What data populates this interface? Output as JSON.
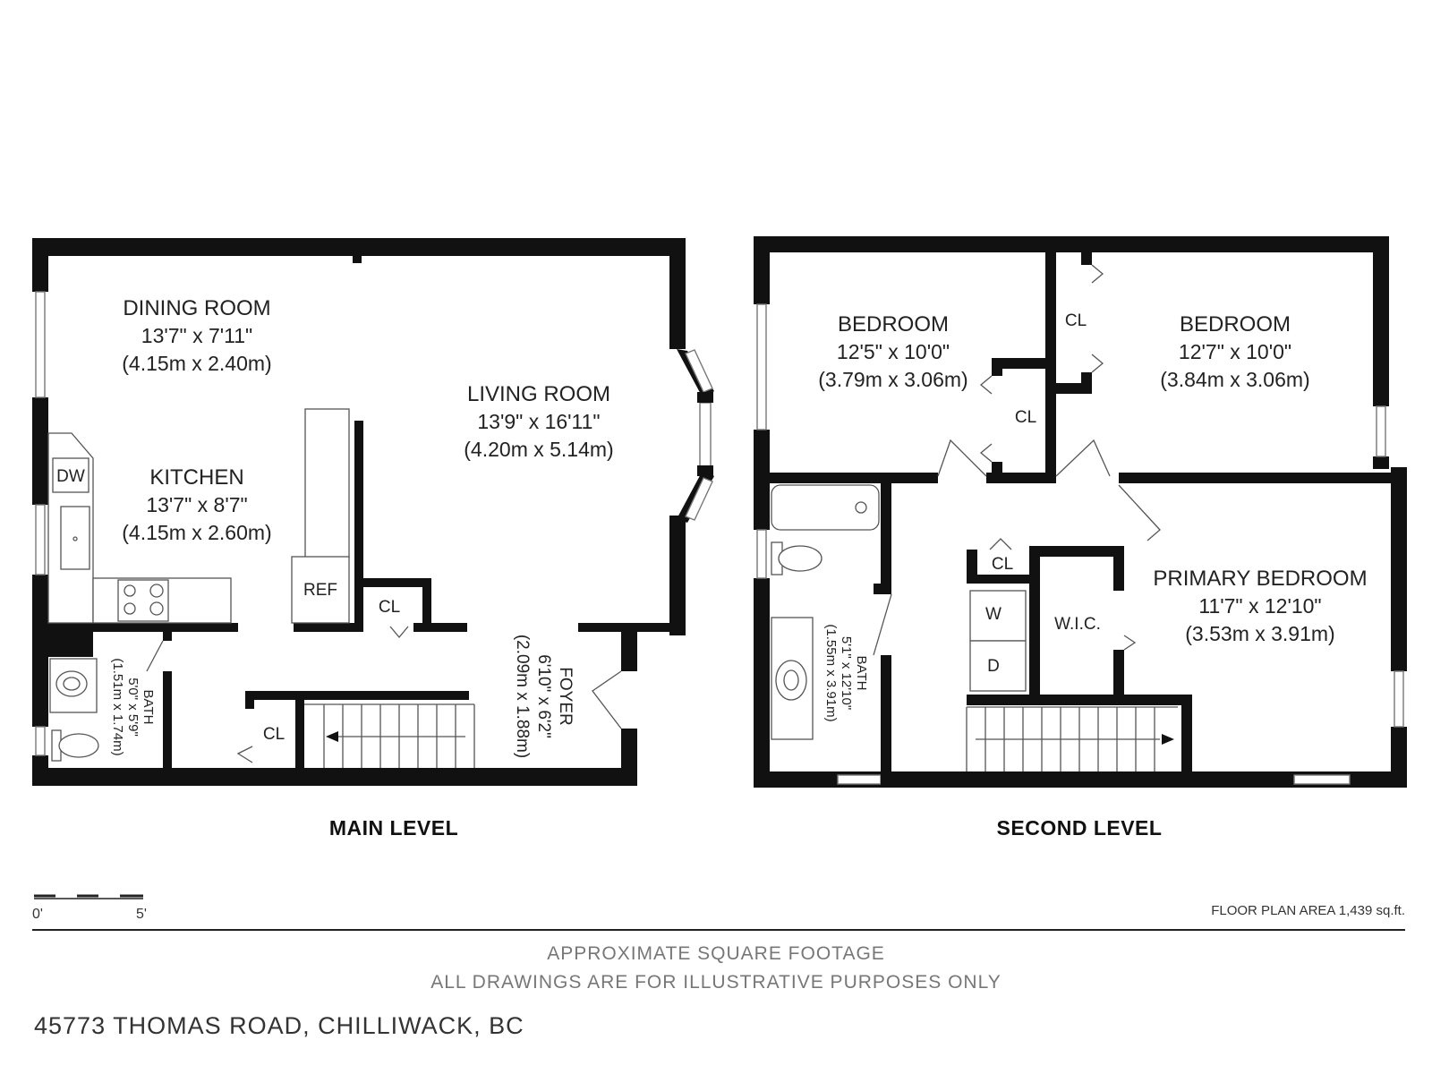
{
  "main_level": {
    "title": "MAIN LEVEL",
    "dining_room": {
      "name": "DINING ROOM",
      "dim_imperial": "13'7\" x 7'11\"",
      "dim_metric": "(4.15m x 2.40m)"
    },
    "living_room": {
      "name": "LIVING ROOM",
      "dim_imperial": "13'9\" x 16'11\"",
      "dim_metric": "(4.20m x 5.14m)"
    },
    "kitchen": {
      "name": "KITCHEN",
      "dim_imperial": "13'7\" x 8'7\"",
      "dim_metric": "(4.15m x 2.60m)"
    },
    "foyer": {
      "name": "FOYER",
      "dim_imperial": "6'10\" x 6'2\"",
      "dim_metric": "(2.09m x 1.88m)"
    },
    "bath": {
      "name": "BATH",
      "dim_imperial": "5'0\" x 5'9\"",
      "dim_metric": "(1.51m x 1.74m)"
    },
    "labels": {
      "dw": "DW",
      "ref": "REF",
      "closet_1": "CL",
      "closet_2": "CL"
    }
  },
  "second_level": {
    "title": "SECOND LEVEL",
    "bedroom_1": {
      "name": "BEDROOM",
      "dim_imperial": "12'5\" x 10'0\"",
      "dim_metric": "(3.79m x 3.06m)"
    },
    "bedroom_2": {
      "name": "BEDROOM",
      "dim_imperial": "12'7\" x 10'0\"",
      "dim_metric": "(3.84m x 3.06m)"
    },
    "primary_bedroom": {
      "name": "PRIMARY BEDROOM",
      "dim_imperial": "11'7\" x 12'10\"",
      "dim_metric": "(3.53m x 3.91m)"
    },
    "bath": {
      "name": "BATH",
      "dim_imperial": "5'1\" x 12'10\"",
      "dim_metric": "(1.55m x 3.91m)"
    },
    "labels": {
      "closet_1": "CL",
      "closet_2": "CL",
      "closet_3": "CL",
      "wic": "W.I.C.",
      "washer": "W",
      "dryer": "D"
    }
  },
  "scale": {
    "start": "0'",
    "end": "5'"
  },
  "floor_plan_area": "FLOOR PLAN AREA 1,439 sq.ft.",
  "notes": {
    "line1": "APPROXIMATE SQUARE FOOTAGE",
    "line2": "ALL DRAWINGS ARE FOR ILLUSTRATIVE PURPOSES ONLY"
  },
  "address": "45773 THOMAS ROAD, CHILLIWACK, BC"
}
